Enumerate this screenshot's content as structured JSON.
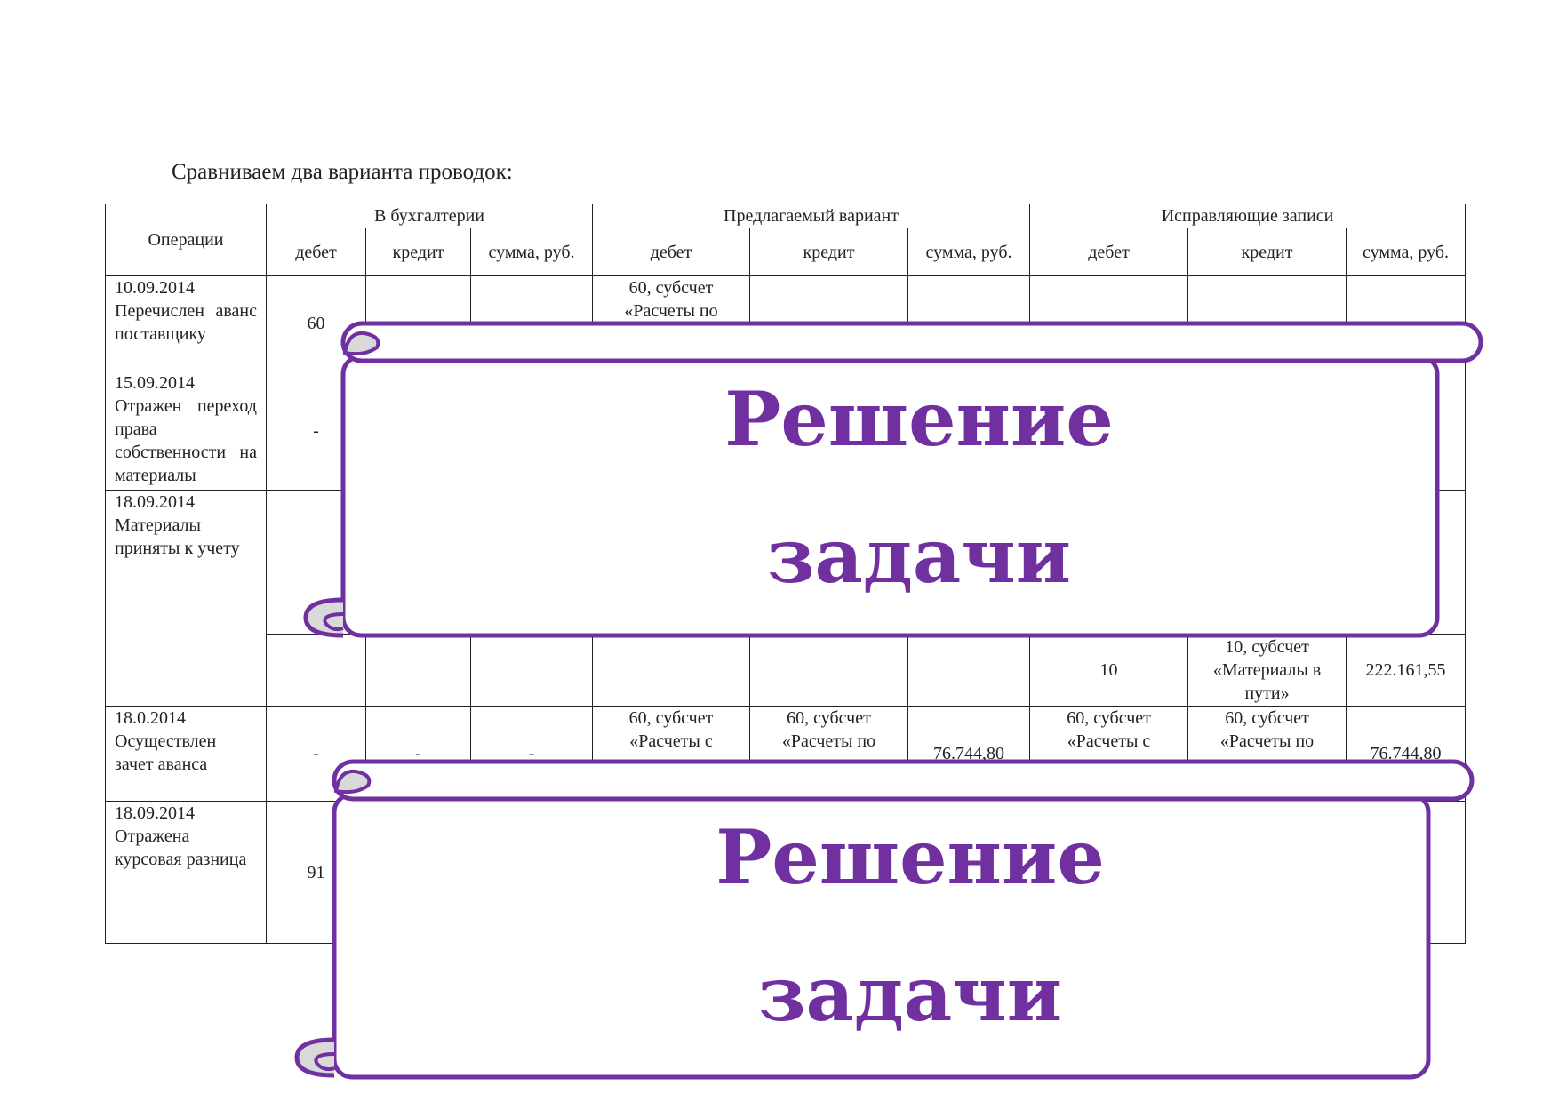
{
  "intro": "Сравниваем два варианта проводок:",
  "table": {
    "header": {
      "operations": "Операции",
      "group1": "В бухгалтерии",
      "group2": "Предлагаемый вариант",
      "group3": "Исправляющие записи",
      "debit": "дебет",
      "credit": "кредит",
      "sum": "сумма, руб.",
      "sum_wrapped": "сумма, руб."
    },
    "rows": [
      {
        "date": "10.09.2014",
        "text": "Перечислен аванс поставщику",
        "b_debit": "60",
        "p_debit": "60, субсчет «Расчеты по"
      },
      {
        "date": "15.09.2014",
        "text": "Отражен переход права собственности на материалы",
        "b_debit": "-"
      },
      {
        "date": "18.09.2014",
        "text": "Материалы приняты к учету",
        "c_debit": "10",
        "c_credit": "10, субсчет «Материалы в пути»",
        "c_sum": "222.161,55"
      },
      {
        "date": "18.0.2014",
        "text": "Осуществлен зачет аванса",
        "b_debit": "-",
        "b_credit": "-",
        "b_sum": "-",
        "p_debit": "60, субсчет «Расчеты с",
        "p_credit": "60, субсчет «Расчеты по",
        "p_sum": "76.744,80",
        "c_debit": "60, субсчет «Расчеты с",
        "c_credit": "60, субсчет «Расчеты по",
        "c_sum": "76.744,80"
      },
      {
        "date": "18.09.2014",
        "text": "Отражена курсовая разница",
        "b_debit": "91"
      }
    ]
  },
  "banners": [
    {
      "line1": "Решение",
      "line2": "задачи"
    },
    {
      "line1": "Решение",
      "line2": "задачи"
    }
  ],
  "colors": {
    "banner": "#7030a0",
    "curl_fill": "#d9d9d9",
    "red_text": "#d10000"
  }
}
